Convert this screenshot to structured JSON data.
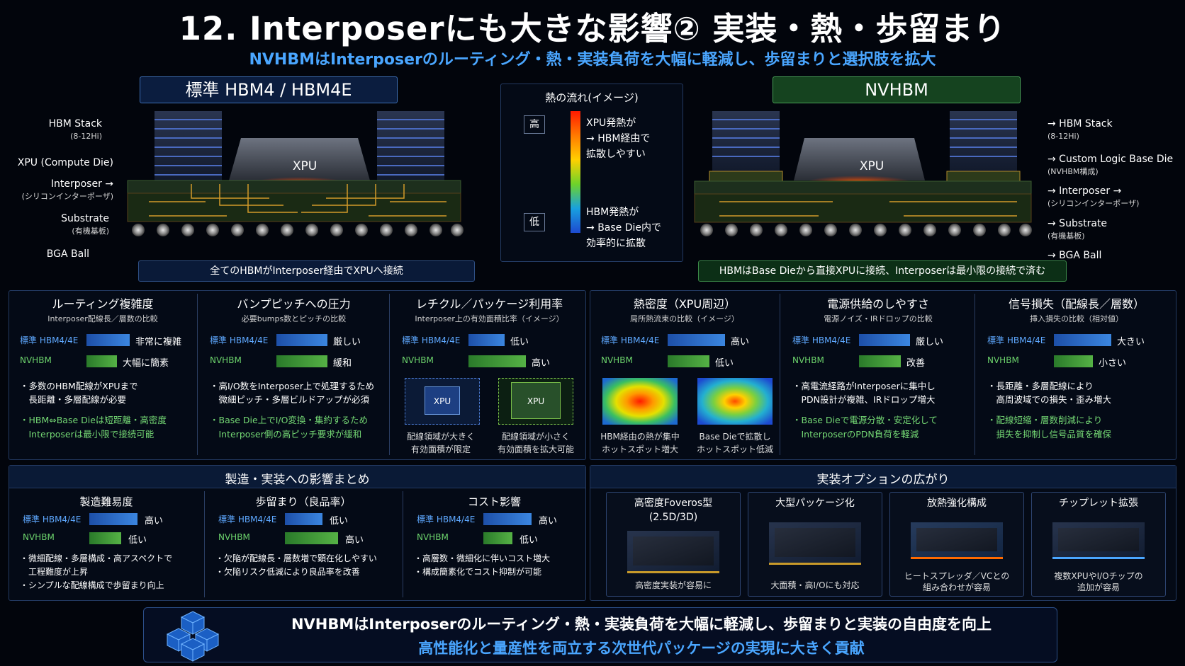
{
  "title": "12. Interposerにも大きな影響② 実装・熱・歩留まり",
  "subtitle": "NVHBMはInterposerのルーティング・熱・実装負荷を大幅に軽減し、歩留まりと選択肢を拡大",
  "left_diagram": {
    "header": "標準 HBM4 / HBM4E",
    "labels": {
      "hbm_stack": "HBM Stack",
      "hbm_stack_sub": "(8-12Hi)",
      "xpu": "XPU (Compute Die)",
      "interposer": "Interposer →",
      "interposer_sub": "(シリコンインターポーザ)",
      "substrate": "Substrate",
      "substrate_sub": "(有機基板)",
      "bga": "BGA Ball"
    },
    "xpu_text": "XPU",
    "caption": "全てのHBMがInterposer経由でXPUへ接続"
  },
  "right_diagram": {
    "header": "NVHBM",
    "labels": {
      "hbm_stack": "→ HBM Stack",
      "hbm_stack_sub": "(8-12Hi)",
      "custom_base": "→ Custom Logic Base Die",
      "custom_base_sub": "(NVHBM構成)",
      "interposer": "→ Interposer →",
      "interposer_sub": "(シリコンインターポーザ)",
      "substrate": "→ Substrate",
      "substrate_sub": "(有機基板)",
      "bga": "→ BGA Ball"
    },
    "xpu_text": "XPU",
    "caption": "HBMはBase Dieから直接XPUに接続、Interposerは最小限の接続で済む"
  },
  "heat_flow": {
    "title": "熱の流れ(イメージ)",
    "high": "高",
    "low": "低",
    "top_text": [
      "XPU発熱が",
      "HBM経由で",
      "拡散しやすい"
    ],
    "bottom_text": [
      "HBM発熱が",
      "Base Die内で",
      "効率的に拡散"
    ]
  },
  "metrics": [
    {
      "title": "ルーティング複雑度",
      "sub": "Interposer配線長／層数の比較",
      "std_label": "標準 HBM4/4E",
      "std_val": "非常に複雑",
      "std_bar": 0.72,
      "nv_label": "NVHBM",
      "nv_val": "大幅に簡素",
      "nv_bar": 0.5,
      "notes": [
        "・多数のHBM配線がXPUまで",
        "　長距離・多層配線が必要"
      ],
      "gnotes": [
        "・HBM⇔Base Dieは短距離・高密度",
        "　Interposerは最小限で接続可能"
      ]
    },
    {
      "title": "バンプピッチへの圧力",
      "sub": "必要bumps数とピッチの比較",
      "std_label": "標準 HBM4/4E",
      "std_val": "厳しい",
      "std_bar": 0.85,
      "nv_label": "NVHBM",
      "nv_val": "緩和",
      "nv_bar": 0.85,
      "notes": [
        "・高I/O数をInterposer上で処理するため",
        "　微細ピッチ・多層ビルドアップが必須"
      ],
      "gnotes": [
        "・Base Die上でI/O変換・集約するため",
        "　Interposer側の高ピッチ要求が緩和"
      ]
    },
    {
      "title": "レチクル／パッケージ利用率",
      "sub": "Interposer上の有効面積比率（イメージ）",
      "std_label": "標準 HBM4/4E",
      "std_val": "低い",
      "std_bar": 0.6,
      "nv_label": "NVHBM",
      "nv_val": "高い",
      "nv_bar": 0.95,
      "box_std": "XPU",
      "box_nv": "XPU",
      "cap_std": [
        "配線領域が大きく",
        "有効面積が限定"
      ],
      "cap_nv": [
        "配線領域が小さく",
        "有効面積を拡大可能"
      ]
    },
    {
      "title": "熱密度（XPU周辺）",
      "sub": "局所熱流束の比較（イメージ）",
      "std_label": "標準 HBM4/4E",
      "std_val": "高い",
      "std_bar": 0.95,
      "nv_label": "NVHBM",
      "nv_val": "低い",
      "nv_bar": 0.7,
      "cap_std": [
        "HBM経由の熱が集中",
        "ホットスポット増大"
      ],
      "cap_nv": [
        "Base Dieで拡散し",
        "ホットスポット低減"
      ]
    },
    {
      "title": "電源供給のしやすさ",
      "sub": "電源ノイズ・IRドロップの比較",
      "std_label": "標準 HBM4/4E",
      "std_val": "厳しい",
      "std_bar": 0.85,
      "nv_label": "NVHBM",
      "nv_val": "改善",
      "nv_bar": 0.7,
      "notes": [
        "・高電流経路がInterposerに集中し",
        "　PDN設計が複雑、IRドロップ増大"
      ],
      "gnotes": [
        "・Base Dieで電源分散・安定化して",
        "　InterposerのPDN負荷を軽減"
      ]
    },
    {
      "title": "信号損失（配線長／層数）",
      "sub": "挿入損失の比較（相対値）",
      "std_label": "標準 HBM4/4E",
      "std_val": "大きい",
      "std_bar": 0.95,
      "nv_label": "NVHBM",
      "nv_val": "小さい",
      "nv_bar": 0.65,
      "notes": [
        "・長距離・多層配線により",
        "　高周波域での損失・歪み増大"
      ],
      "gnotes": [
        "・配線短縮・層数削減により",
        "　損失を抑制し信号品質を確保"
      ]
    }
  ],
  "summary": {
    "title": "製造・実装への影響まとめ",
    "items": [
      {
        "title": "製造難易度",
        "std_label": "標準 HBM4/4E",
        "std_val": "高い",
        "std_bar": 0.9,
        "nv_label": "NVHBM",
        "nv_val": "低い",
        "nv_bar": 0.6,
        "notes": [
          "・微細配線・多層構成・高アスペクトで",
          "　工程難度が上昇",
          "・シンプルな配線構成で歩留まり向上"
        ]
      },
      {
        "title": "歩留まり（良品率）",
        "std_label": "標準 HBM4/4E",
        "std_val": "低い",
        "std_bar": 0.7,
        "nv_label": "NVHBM",
        "nv_val": "高い",
        "nv_bar": 1.0,
        "notes": [
          "・欠陥が配線長・層数増で顕在化しやすい",
          "・欠陥リスク低減により良品率を改善"
        ]
      },
      {
        "title": "コスト影響",
        "std_label": "標準 HBM4/4E",
        "std_val": "高い",
        "std_bar": 0.9,
        "nv_label": "NVHBM",
        "nv_val": "低い",
        "nv_bar": 0.55,
        "notes": [
          "・高層数・微細化に伴いコスト増大",
          "・構成簡素化でコスト抑制が可能"
        ]
      }
    ]
  },
  "options": {
    "title": "実装オプションの広がり",
    "items": [
      {
        "title": [
          "高密度Foveros型",
          "(2.5D/3D)"
        ],
        "caption": [
          "高密度実装が容易に"
        ]
      },
      {
        "title": [
          "大型パッケージ化"
        ],
        "caption": [
          "大面積・高I/Oにも対応"
        ]
      },
      {
        "title": [
          "放熱強化構成"
        ],
        "caption": [
          "ヒートスプレッダ／VCとの",
          "組み合わせが容易"
        ]
      },
      {
        "title": [
          "チップレット拡張"
        ],
        "caption": [
          "複数XPUやI/Oチップの",
          "追加が容易"
        ]
      }
    ]
  },
  "bottom": {
    "line1": "NVHBMはInterposerのルーティング・熱・実装負荷を大幅に軽減し、歩留まりと実装の自由度を向上",
    "line2": "高性能化と量産性を両立する次世代パッケージの実現に大きく貢献"
  }
}
